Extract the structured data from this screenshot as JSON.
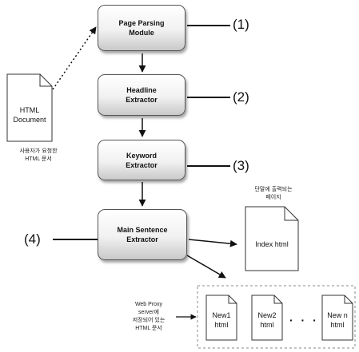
{
  "modules": [
    {
      "line1": "Page Parsing",
      "line2": "Module"
    },
    {
      "line1": "Headline",
      "line2": "Extractor"
    },
    {
      "line1": "Keyword",
      "line2": "Extractor"
    },
    {
      "line1": "Main Sentence",
      "line2": "Extractor"
    }
  ],
  "callouts": [
    "(1)",
    "(2)",
    "(3)",
    "(4)"
  ],
  "html_document": {
    "line1": "HTML",
    "line2": "Document"
  },
  "html_document_caption": {
    "line1": "사용자가 요청한",
    "line2": "HTML 문서"
  },
  "index_caption": {
    "line1": "단말에 출력되는",
    "line2": "페이지"
  },
  "index_doc": "Index html",
  "proxy_caption": {
    "line1": "Web Proxy",
    "line2": "server에",
    "line3": "저장되어 있는",
    "line4": "HTML 문서"
  },
  "news_docs": [
    {
      "line1": "New1",
      "line2": "html"
    },
    {
      "line1": "New2",
      "line2": "html"
    },
    {
      "line1": "New n",
      "line2": "html"
    }
  ],
  "ellipsis": "· · ·"
}
